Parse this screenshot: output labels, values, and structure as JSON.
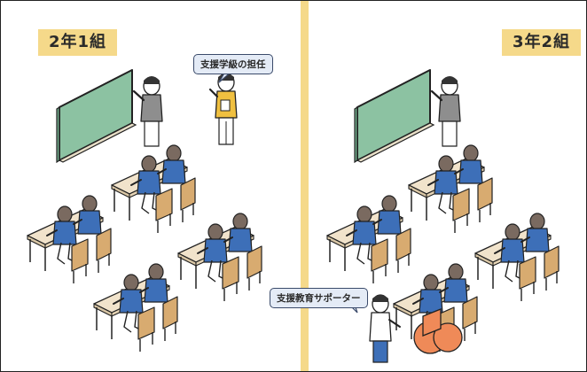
{
  "left_classroom": {
    "label": "2年1組",
    "teacher_bubble": "支援学級の担任"
  },
  "right_classroom": {
    "label": "3年2組",
    "supporter_bubble": "支援教育サポーター"
  },
  "colors": {
    "divider": "#f5d98a",
    "label_bg": "#f5d98a",
    "chalkboard": "#8cc2a2",
    "student_uniform": "#3d6fb8",
    "student_hair": "#7a6a60",
    "desk_top": "#f1e3cb",
    "chair": "#d8ab70",
    "support_teacher_shirt": "#f0c040",
    "wheelchair": "#ef8a58",
    "bubble_bg": "#e4ebf6"
  }
}
